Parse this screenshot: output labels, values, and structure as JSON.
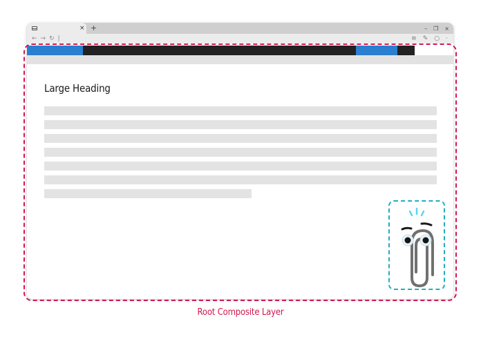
{
  "browser": {
    "tab_close": "×",
    "new_tab": "+",
    "controls": [
      "–",
      "❐",
      "×"
    ],
    "nav": [
      "←",
      "→",
      "↻",
      "|"
    ],
    "tools": [
      "≡",
      "✎",
      "○",
      "·"
    ]
  },
  "page": {
    "heading": "Large Heading",
    "text_lines": 7
  },
  "layers": {
    "root_caption": "Root Composite Layer"
  },
  "colors": {
    "root_layer": "#d01850",
    "clippy_layer": "#20aec0",
    "header_blue": "#2a7fd0",
    "header_dark": "#222222",
    "placeholder_line": "#e3e3e3"
  },
  "icons": [
    "tab-page-icon",
    "paperclip-mascot-icon"
  ]
}
